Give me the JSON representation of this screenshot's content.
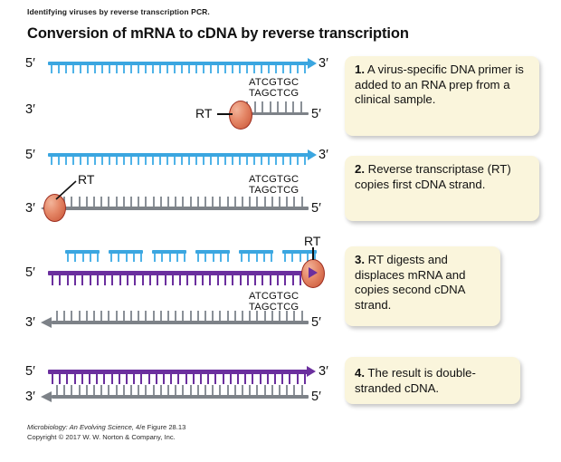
{
  "header": {
    "caption": "Identifying viruses by reverse transcription PCR.",
    "title": "Conversion of mRNA to cDNA by reverse transcription"
  },
  "footer": {
    "line1_italic": "Microbiology: An Evolving Science,",
    "line1_rest": " 4/e  Figure 28.13",
    "line2": "Copyright © 2017 W. W. Norton & Company, Inc."
  },
  "sequences": {
    "top": "ATCGTGC",
    "bottom": "TAGCTCG"
  },
  "enzyme_label": "RT",
  "end_labels": {
    "five_prime": "5′",
    "three_prime": "3′"
  },
  "colors": {
    "mrna_blue": "#3ba6e0",
    "mrna_tick_blue": "#4fb3e8",
    "dna_gray": "#7d8288",
    "dna_tick_gray": "#8a9097",
    "cdna_purple": "#6b2f9e",
    "rt_fill": "#e58868",
    "rt_border": "#9e2f22",
    "stepbox_bg": "#faf5dc"
  },
  "panels": [
    {
      "id": "panel-1",
      "top_strand": {
        "name": "mRNA",
        "color_key": "mrna_blue",
        "left_label": "5′",
        "right_label": "3′",
        "direction": "right"
      },
      "bottom_strand": {
        "name": "dna-primer",
        "color_key": "dna_gray",
        "left_label": "3′",
        "right_label": "5′",
        "direction": "none"
      },
      "rt_present": true,
      "sequence_visible": true
    },
    {
      "id": "panel-2",
      "top_strand": {
        "name": "mRNA",
        "color_key": "mrna_blue",
        "left_label": "5′",
        "right_label": "3′",
        "direction": "right"
      },
      "bottom_strand": {
        "name": "first-cdna-strand",
        "color_key": "dna_gray",
        "left_label": "3′",
        "right_label": "5′",
        "direction": "left"
      },
      "rt_present": true,
      "sequence_visible": true
    },
    {
      "id": "panel-3",
      "top_strand": {
        "name": "mRNA-fragments",
        "color_key": "mrna_blue",
        "fragments": 6,
        "ticks_per_fragment": 5
      },
      "middle_strand": {
        "name": "second-cdna-strand",
        "color_key": "cdna_purple",
        "left_label": "5′",
        "direction": "right"
      },
      "bottom_strand": {
        "name": "first-cdna-strand",
        "color_key": "dna_gray",
        "left_label": "3′",
        "right_label": "5′",
        "direction": "left"
      },
      "rt_present": true,
      "sequence_visible": true
    },
    {
      "id": "panel-4",
      "top_strand": {
        "name": "second-cdna-strand",
        "color_key": "cdna_purple",
        "left_label": "5′",
        "right_label": "3′",
        "direction": "right"
      },
      "bottom_strand": {
        "name": "first-cdna-strand",
        "color_key": "dna_gray",
        "left_label": "3′",
        "right_label": "5′",
        "direction": "left"
      },
      "rt_present": false,
      "sequence_visible": false
    }
  ],
  "steps": [
    {
      "number": "1.",
      "text": " A virus-specific DNA primer is added to an RNA prep from a clinical sample."
    },
    {
      "number": "2.",
      "text": " Reverse transcriptase (RT) copies first cDNA strand."
    },
    {
      "number": "3.",
      "text": " RT digests and displaces mRNA and copies second cDNA strand."
    },
    {
      "number": "4.",
      "text": " The result is double-stranded cDNA."
    }
  ]
}
